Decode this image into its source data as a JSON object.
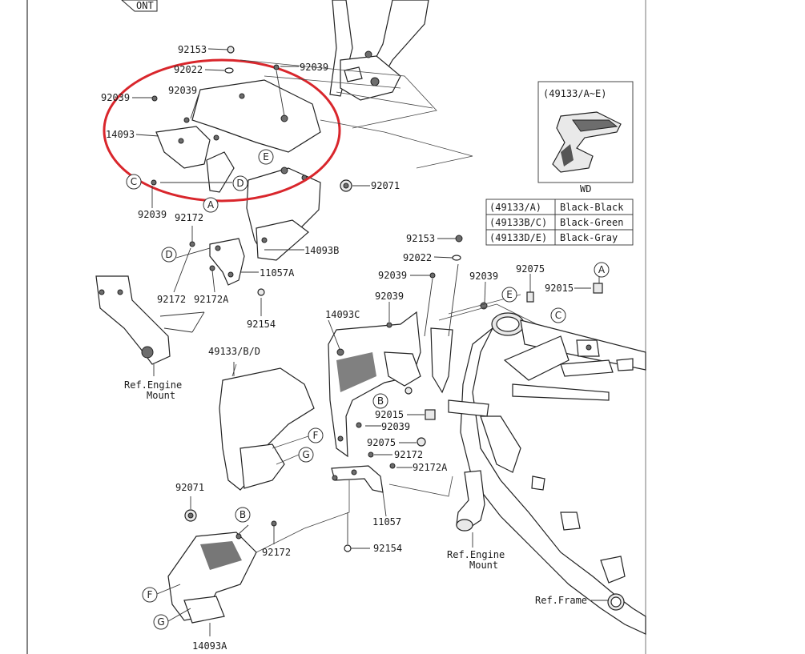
{
  "header_fragment": "ONT",
  "color_table": {
    "rows": [
      {
        "code": "(49133/A)",
        "color": "Black-Black"
      },
      {
        "code": "(49133B/C)",
        "color": "Black-Green"
      },
      {
        "code": "(49133D/E)",
        "color": "Black-Gray"
      }
    ]
  },
  "inset": {
    "title": "(49133/A~E)",
    "caption": "WD"
  },
  "part_labels": {
    "p92153_top": "92153",
    "p92022_top": "92022",
    "p92039_topright": "92039",
    "p92039_left": "92039",
    "p92039_upper": "92039",
    "p14093": "14093",
    "p92039_bottom": "92039",
    "p92071_top": "92071",
    "p92172_a": "92172",
    "p14093B": "14093B",
    "p11057A": "11057A",
    "p92172_b": "92172",
    "p92172A_a": "92172A",
    "p92154_a": "92154",
    "p92153_mid": "92153",
    "p92022_mid": "92022",
    "p92075_right": "92075",
    "p92015_right": "92015",
    "p92039_m1": "92039",
    "p92039_m2": "92039",
    "p92039_m3": "92039",
    "p14093C": "14093C",
    "p49133": "49133/B/D",
    "p92015_mid": "92015",
    "p92039_m4": "92039",
    "p92075_mid": "92075",
    "p92172_c": "92172",
    "p92172A_b": "92172A",
    "p92071_bottom": "92071",
    "p11057": "11057",
    "p92172_d": "92172",
    "p92154_b": "92154",
    "p14093A": "14093A"
  },
  "references": {
    "engine_mount_left": [
      "Ref.Engine",
      "Mount"
    ],
    "engine_mount_right": [
      "Ref.Engine",
      "Mount"
    ],
    "frame": "Ref.Frame"
  },
  "callouts": {
    "E1": "E",
    "D1": "D",
    "C1": "C",
    "A1": "A",
    "D2": "D",
    "A2": "A",
    "E2": "E",
    "C2": "C",
    "B1": "B",
    "F1": "F",
    "G1": "G",
    "B2": "B",
    "F2": "F",
    "G2": "G"
  },
  "highlight": {
    "color": "#d9262c"
  }
}
